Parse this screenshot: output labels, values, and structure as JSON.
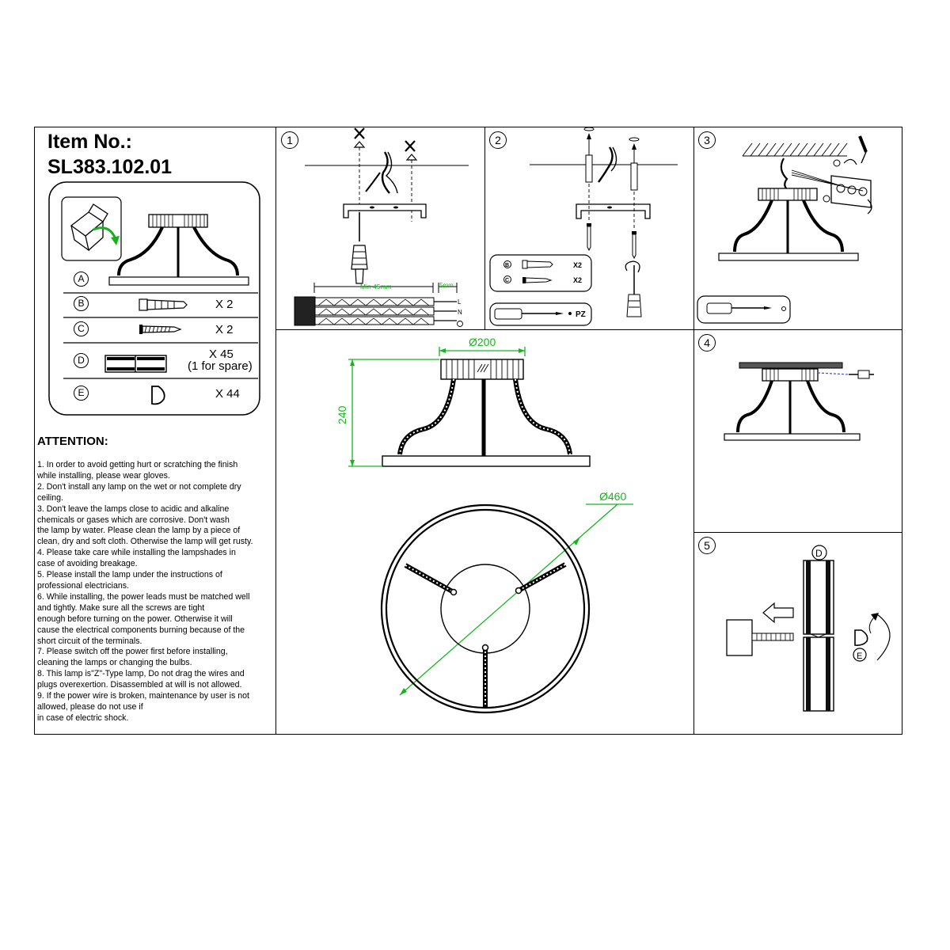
{
  "header": {
    "item_label": "Item No.:",
    "item_number": "SL383.102.01"
  },
  "parts": [
    {
      "letter": "A",
      "qty": "",
      "qty_note": ""
    },
    {
      "letter": "B",
      "qty": "X 2",
      "qty_note": ""
    },
    {
      "letter": "C",
      "qty": "X 2",
      "qty_note": ""
    },
    {
      "letter": "D",
      "qty": "X 45",
      "qty_note": "(1 for spare)"
    },
    {
      "letter": "E",
      "qty": "X 44",
      "qty_note": ""
    }
  ],
  "attention": {
    "title": "ATTENTION:",
    "items": [
      "1. In order to avoid getting hurt or scratching the finish\nwhile installing, please wear gloves.",
      "2. Don't install any lamp on the wet or not complete dry\nceiling.",
      "3. Don't leave the lamps close to acidic and alkaline\nchemicals or gases which are corrosive. Don't wash\nthe lamp by water. Please clean the lamp by a piece of\nclean, dry and soft cloth. Otherwise the lamp will get rusty.",
      "4. Please take care while installing the lampshades in\ncase of avoiding breakage.",
      "5. Please install the lamp under the instructions of\nprofessional electricians.",
      "6. While installing, the power leads must be matched well\nand tightly. Make sure all the screws are tight\nenough before turning on the power. Otherwise it will\ncause the electrical components burning because of the\nshort circuit of the terminals.",
      "7. Please switch off the power first before installing,\ncleaning the lamps or changing the bulbs.",
      "8. This lamp is\"Z\"-Type lamp, Do not drag the wires and\nplugs overexertion. Disassembled at will is not allowed.",
      "9. If the power wire is broken, maintenance by user is not\nallowed, please do not use if\nin case of electric shock."
    ]
  },
  "steps": {
    "s1": {
      "num": "1",
      "strip_min": "Min 45mm",
      "strip_end": "5mm",
      "wire_l": "L",
      "wire_n": "N"
    },
    "s2": {
      "num": "2",
      "part_b": "B",
      "part_c": "C",
      "qty_b": "X2",
      "qty_c": "X2",
      "tool": "PZ"
    },
    "s3": {
      "num": "3"
    },
    "s4": {
      "num": "4"
    },
    "s5": {
      "num": "5",
      "label_d": "D",
      "label_e": "E"
    }
  },
  "dimensions": {
    "top_diameter": "Ø200",
    "height": "240",
    "ring_diameter": "Ø460",
    "color": "#12b81a"
  }
}
